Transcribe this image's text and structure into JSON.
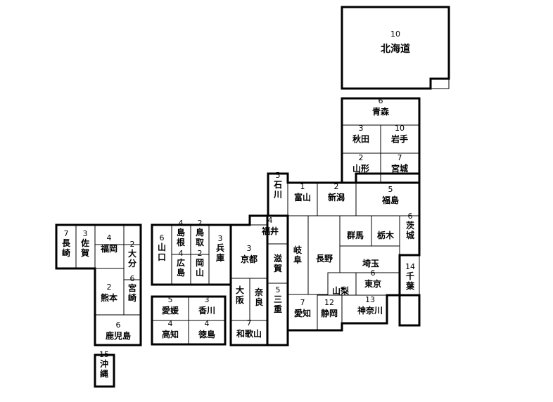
{
  "prefectures": [
    {
      "id": "hokkaido",
      "name": "北海道",
      "count": "10"
    },
    {
      "id": "aomori",
      "name": "青森",
      "count": "6"
    },
    {
      "id": "akita",
      "name": "秋田",
      "count": "3"
    },
    {
      "id": "iwate",
      "name": "岩手",
      "count": "10"
    },
    {
      "id": "yamagata",
      "name": "山形",
      "count": "2"
    },
    {
      "id": "miyagi",
      "name": "宮城",
      "count": "7"
    },
    {
      "id": "ishikawa",
      "name": "石川",
      "count": "5"
    },
    {
      "id": "toyama",
      "name": "富山",
      "count": "1"
    },
    {
      "id": "niigata",
      "name": "新潟",
      "count": "2"
    },
    {
      "id": "fukushima",
      "name": "福島",
      "count": "5"
    },
    {
      "id": "fukui",
      "name": "福井",
      "count": "4"
    },
    {
      "id": "gifu",
      "name": "岐阜",
      "count": ""
    },
    {
      "id": "nagano",
      "name": "長野",
      "count": ""
    },
    {
      "id": "gunma",
      "name": "群馬",
      "count": ""
    },
    {
      "id": "tochigi",
      "name": "栃木",
      "count": ""
    },
    {
      "id": "ibaraki",
      "name": "茨城",
      "count": "6"
    },
    {
      "id": "saitama",
      "name": "埼玉",
      "count": ""
    },
    {
      "id": "chiba",
      "name": "千葉",
      "count": "14"
    },
    {
      "id": "yamanashi",
      "name": "山梨",
      "count": ""
    },
    {
      "id": "tokyo",
      "name": "東京",
      "count": "6"
    },
    {
      "id": "kanagawa",
      "name": "神奈川",
      "count": "13"
    },
    {
      "id": "shizuoka",
      "name": "静岡",
      "count": "12"
    },
    {
      "id": "aichi",
      "name": "愛知",
      "count": "7"
    },
    {
      "id": "shiga",
      "name": "滋賀",
      "count": ""
    },
    {
      "id": "kyoto",
      "name": "京都",
      "count": "3"
    },
    {
      "id": "mie",
      "name": "三重",
      "count": "5"
    },
    {
      "id": "nara",
      "name": "奈良",
      "count": ""
    },
    {
      "id": "osaka",
      "name": "大阪",
      "count": ""
    },
    {
      "id": "wakayama",
      "name": "和歌山",
      "count": "7"
    },
    {
      "id": "hyogo",
      "name": "兵庫",
      "count": "3"
    },
    {
      "id": "tottori",
      "name": "鳥取",
      "count": "2"
    },
    {
      "id": "okayama",
      "name": "岡山",
      "count": "2"
    },
    {
      "id": "shimane",
      "name": "島根",
      "count": "4"
    },
    {
      "id": "hiroshima",
      "name": "広島",
      "count": "4"
    },
    {
      "id": "yamaguchi",
      "name": "山口",
      "count": "6"
    },
    {
      "id": "ehime",
      "name": "愛媛",
      "count": "5"
    },
    {
      "id": "kagawa",
      "name": "香川",
      "count": "3"
    },
    {
      "id": "kochi",
      "name": "高知",
      "count": "4"
    },
    {
      "id": "tokushima",
      "name": "徳島",
      "count": "4"
    },
    {
      "id": "nagasaki",
      "name": "長崎",
      "count": "7"
    },
    {
      "id": "saga",
      "name": "佐賀",
      "count": "3"
    },
    {
      "id": "fukuoka",
      "name": "福岡",
      "count": "4"
    },
    {
      "id": "oita",
      "name": "大分",
      "count": "2"
    },
    {
      "id": "kumamoto",
      "name": "熊本",
      "count": "2"
    },
    {
      "id": "miyazaki",
      "name": "宮崎",
      "count": "6"
    },
    {
      "id": "kagoshima",
      "name": "鹿児島",
      "count": "6"
    },
    {
      "id": "okinawa",
      "name": "沖縄",
      "count": "15"
    }
  ]
}
